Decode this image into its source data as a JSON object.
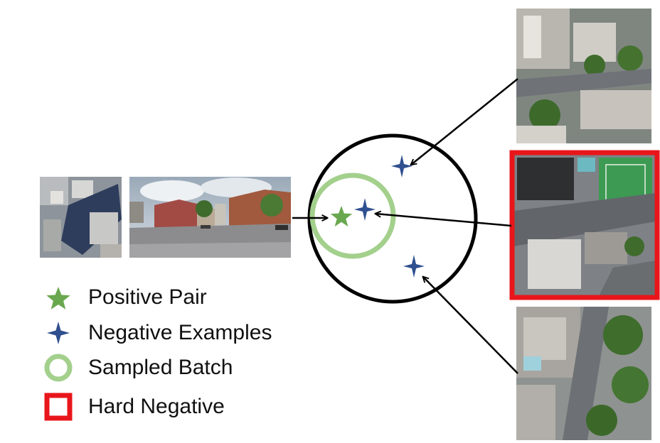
{
  "legend": {
    "positive_pair": "Positive Pair",
    "negative_examples": "Negative Examples",
    "sampled_batch": "Sampled Batch",
    "hard_negative": "Hard Negative"
  },
  "colors": {
    "positive_star": "#6aa84f",
    "negative_star": "#2f4f8f",
    "batch_circle": "#a3d08c",
    "hard_negative_frame": "#e8161b",
    "embedding_circle": "#000000",
    "arrow": "#000000"
  },
  "icons": {
    "positive": "green-star-icon",
    "negative": "blue-four-point-star-icon",
    "batch": "green-ring-icon",
    "hard": "red-square-icon"
  }
}
